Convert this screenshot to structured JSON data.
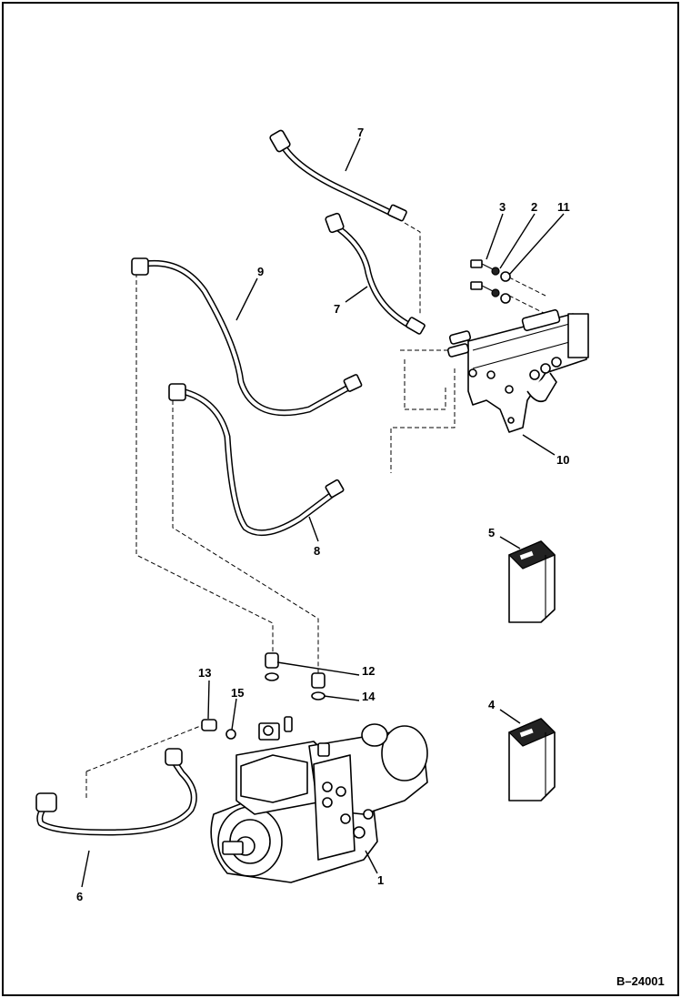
{
  "drawing_id": "B–24001",
  "callouts": [
    {
      "id": "c1",
      "text": "1"
    },
    {
      "id": "c2",
      "text": "2"
    },
    {
      "id": "c3",
      "text": "3"
    },
    {
      "id": "c4",
      "text": "4"
    },
    {
      "id": "c5",
      "text": "5"
    },
    {
      "id": "c6",
      "text": "6"
    },
    {
      "id": "c7a",
      "text": "7"
    },
    {
      "id": "c7b",
      "text": "7"
    },
    {
      "id": "c8",
      "text": "8"
    },
    {
      "id": "c9",
      "text": "9"
    },
    {
      "id": "c10",
      "text": "10"
    },
    {
      "id": "c11",
      "text": "11"
    },
    {
      "id": "c12",
      "text": "12"
    },
    {
      "id": "c13",
      "text": "13"
    },
    {
      "id": "c14",
      "text": "14"
    },
    {
      "id": "c15",
      "text": "15"
    }
  ],
  "colors": {
    "ink": "#000000",
    "paper": "#ffffff"
  }
}
